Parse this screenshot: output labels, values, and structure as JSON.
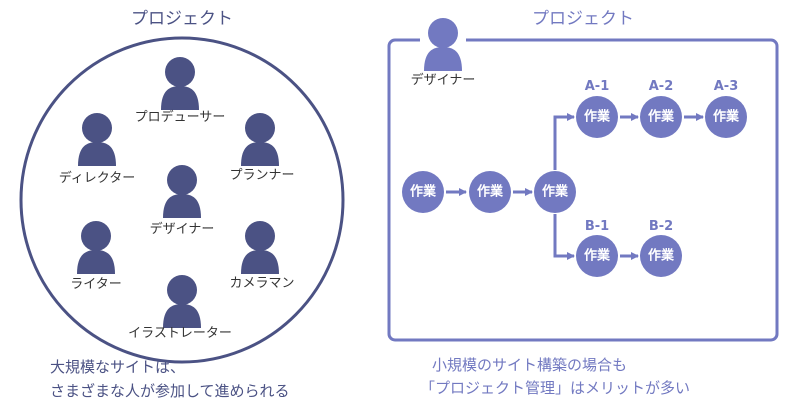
{
  "colors": {
    "dark": "#4b5284",
    "light": "#7279c1"
  },
  "left": {
    "title": "プロジェクト",
    "members": [
      {
        "label": "プロデューサー",
        "icon": "person-icon"
      },
      {
        "label": "ディレクター",
        "icon": "person-icon"
      },
      {
        "label": "プランナー",
        "icon": "person-icon"
      },
      {
        "label": "デザイナー",
        "icon": "person-icon"
      },
      {
        "label": "ライター",
        "icon": "person-icon"
      },
      {
        "label": "カメラマン",
        "icon": "person-icon"
      },
      {
        "label": "イラストレーター",
        "icon": "person-icon"
      }
    ],
    "caption": [
      "大規模なサイトは、",
      "さまざまな人が参加して進められる"
    ]
  },
  "right": {
    "title": "プロジェクト",
    "member": {
      "label": "デザイナー",
      "icon": "person-icon"
    },
    "task_label": "作業",
    "branch_a": [
      "A-1",
      "A-2",
      "A-3"
    ],
    "branch_b": [
      "B-1",
      "B-2"
    ],
    "caption": [
      "小規模のサイト構築の場合も",
      "「プロジェクト管理」はメリットが多い"
    ]
  }
}
